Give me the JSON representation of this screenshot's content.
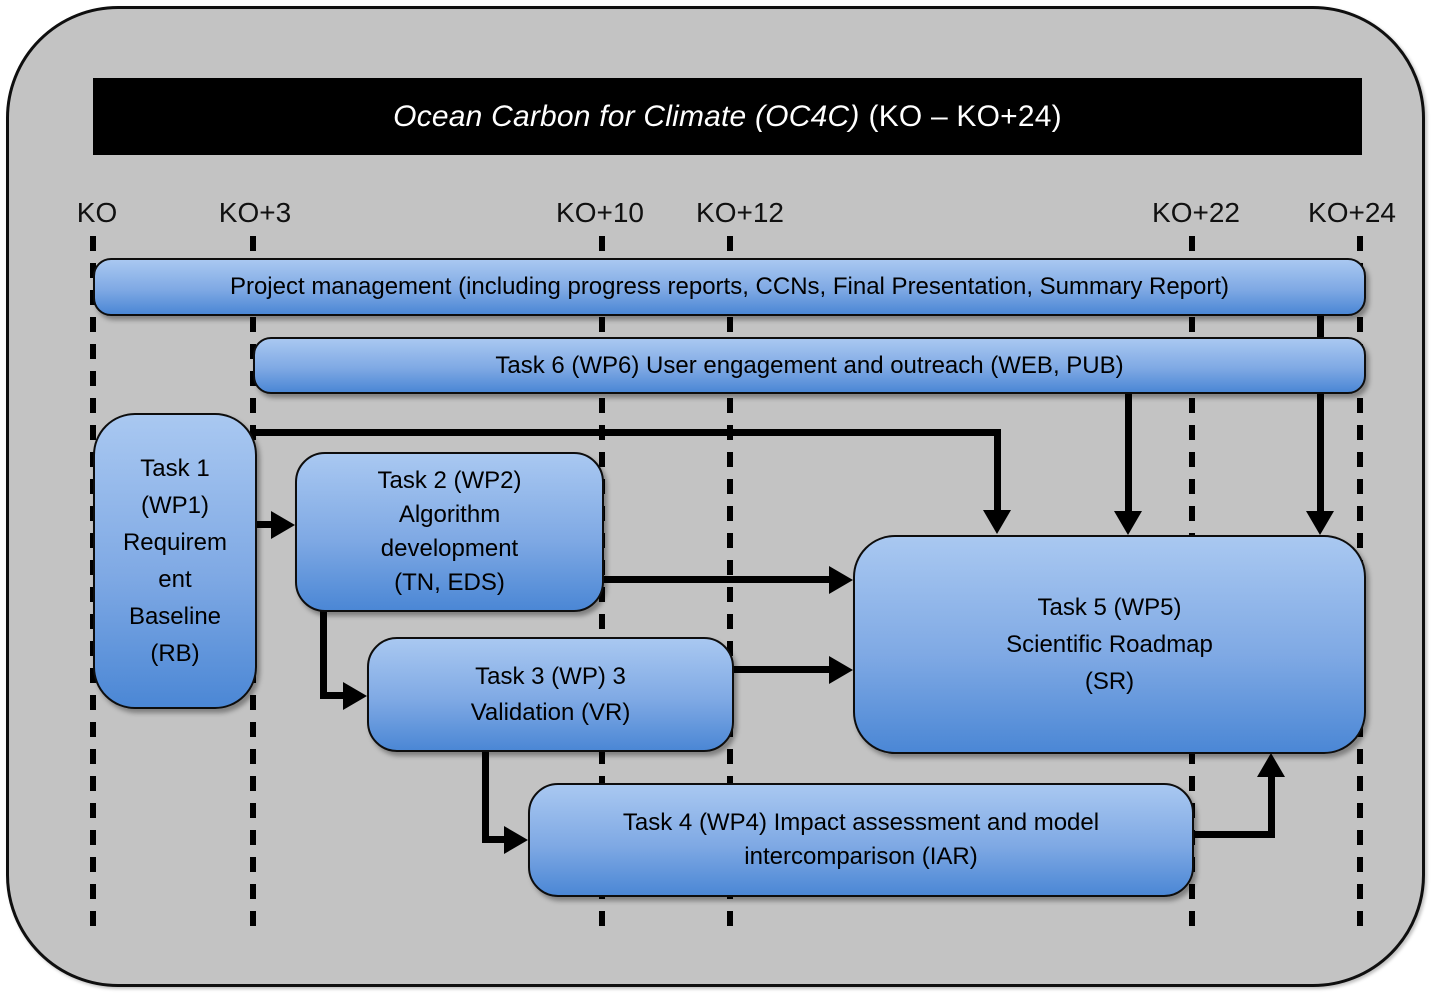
{
  "title": {
    "main": "Ocean Carbon for Climate (OC4C)",
    "range": "(KO – KO+24)"
  },
  "timeline": {
    "labels": [
      "KO",
      "KO+3",
      "KO+10",
      "KO+12",
      "KO+22",
      "KO+24"
    ]
  },
  "bars": {
    "project_management": {
      "label": "Project management (including progress reports, CCNs, Final Presentation, Summary Report)",
      "start": "KO",
      "end": "KO+24"
    },
    "task6": {
      "label": "Task 6 (WP6) User engagement and outreach (WEB, PUB)",
      "start": "KO+3",
      "end": "KO+24"
    }
  },
  "tasks": {
    "task1": {
      "label": "Task 1\n(WP1)\nRequirem\nent\nBaseline\n(RB)",
      "start": "KO",
      "end": "KO+3"
    },
    "task2": {
      "label": "Task 2 (WP2)\nAlgorithm\ndevelopment\n(TN, EDS)"
    },
    "task3": {
      "label": "Task 3 (WP) 3\nValidation (VR)"
    },
    "task4": {
      "label": "Task 4 (WP4) Impact assessment and model\nintercomparison (IAR)"
    },
    "task5": {
      "label": "Task 5 (WP5)\nScientific Roadmap\n(SR)",
      "end": "KO+24"
    }
  },
  "arrows": [
    "task1 → task5",
    "task1 → task2",
    "task2 → task3",
    "task2 → task5",
    "task3 → task5",
    "task3 → task4",
    "task4 → task5",
    "task6 → task5",
    "project_management → task5"
  ],
  "colors": {
    "frame_background": "#c3c3c3",
    "title_background": "#000000",
    "title_text": "#ffffff",
    "box_gradient_top": "#a9c8f1",
    "box_gradient_bottom": "#4b87d5",
    "box_border": "#0d0d0d",
    "line_color": "#000000"
  }
}
